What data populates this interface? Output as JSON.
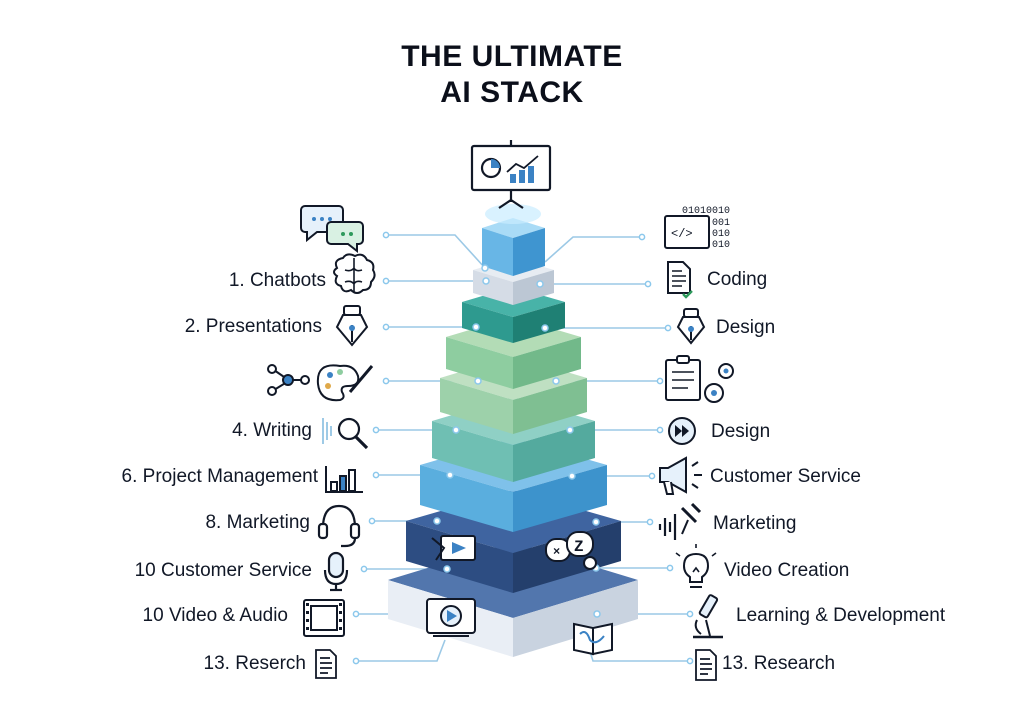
{
  "title": {
    "line1": "THE ULTIMATE",
    "line2": "AI STACK"
  },
  "colors": {
    "tier_top": "#5aa8dc",
    "tier_silver": "#d6dde6",
    "tier_teal": "#2c9a8f",
    "tier_green": "#8cc9a0",
    "tier_seafoam": "#74c2b5",
    "tier_sky": "#5fb3df",
    "tier_navy": "#2f4f86",
    "tier_steel": "#3d5f94",
    "connector": "#9cc9e6",
    "icon_stroke": "#1f2937",
    "icon_accent": "#3b82c4"
  },
  "left_labels": [
    {
      "id": "chatbots",
      "text": "1. Chatbots"
    },
    {
      "id": "presentations",
      "text": "2. Presentations"
    },
    {
      "id": "writing",
      "text": "4. Writing"
    },
    {
      "id": "project-management",
      "text": "6. Project Management"
    },
    {
      "id": "marketing",
      "text": "8. Marketing"
    },
    {
      "id": "customer-service",
      "text": "10 Customer Service"
    },
    {
      "id": "video-audio",
      "text": "10 Video & Audio"
    },
    {
      "id": "research",
      "text": "13. Reserch"
    }
  ],
  "right_labels": [
    {
      "id": "coding",
      "text": "Coding"
    },
    {
      "id": "design-1",
      "text": "Design"
    },
    {
      "id": "design-2",
      "text": "Design"
    },
    {
      "id": "customer-service",
      "text": "Customer Service"
    },
    {
      "id": "marketing",
      "text": "Marketing"
    },
    {
      "id": "video-creation",
      "text": "Video Creation"
    },
    {
      "id": "learning-development",
      "text": "Learning & Development"
    },
    {
      "id": "research",
      "text": "13. Research"
    }
  ],
  "icons": {
    "top": "presentation-board-icon",
    "left": [
      "chat-bubbles-icon",
      "brain-icon",
      "pen-nib-icon",
      "network-palette-icon",
      "magnifier-icon",
      "bar-chart-icon",
      "headset-icon",
      "microphone-icon",
      "film-strip-icon",
      "document-icon"
    ],
    "right": [
      "binary-code-icon",
      "file-icon",
      "pen-nib-icon",
      "clipboard-gears-icon",
      "fast-forward-icon",
      "megaphone-icon",
      "sound-wave-icon",
      "lightbulb-icon",
      "microscope-icon",
      "document-icon"
    ],
    "stack": [
      "video-clip-icon",
      "sleep-chat-icon",
      "play-screen-icon",
      "open-book-icon"
    ]
  },
  "binary_text": [
    "01010010",
    "001",
    "010",
    "010"
  ]
}
